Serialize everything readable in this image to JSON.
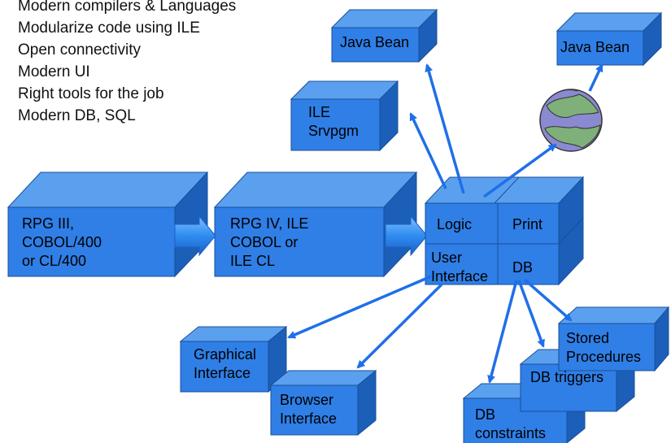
{
  "bullets": [
    "Modern compilers & Languages",
    "Modularize code using ILE",
    "Open connectivity",
    "Modern UI",
    "Right tools for the job",
    "Modern DB, SQL"
  ],
  "boxes": {
    "rpg3": [
      "RPG III,",
      "COBOL/400",
      "or CL/400"
    ],
    "rpg4": [
      "RPG IV, ILE",
      "COBOL or",
      "ILE CL"
    ],
    "logic": "Logic",
    "print": "Print",
    "user_interface": [
      "User",
      "Interface"
    ],
    "db": "DB",
    "java_bean_1": "Java Bean",
    "java_bean_2": "Java Bean",
    "ile_srvpgm": [
      "ILE",
      "Srvpgm"
    ],
    "graphical_interface": [
      "Graphical",
      "Interface"
    ],
    "browser_interface": [
      "Browser",
      "Interface"
    ],
    "stored_procedures": [
      "Stored",
      "Procedures"
    ],
    "db_triggers": "DB triggers",
    "db_constraints": [
      "DB",
      "constraints"
    ]
  },
  "colors": {
    "box_front": "#2f7fe6",
    "box_top": "#5aa0ef",
    "box_side": "#1c5fb8",
    "arrow": "#1f6fe8",
    "globe_ocean": "#8a8ad0",
    "globe_land": "#7fb07a"
  }
}
